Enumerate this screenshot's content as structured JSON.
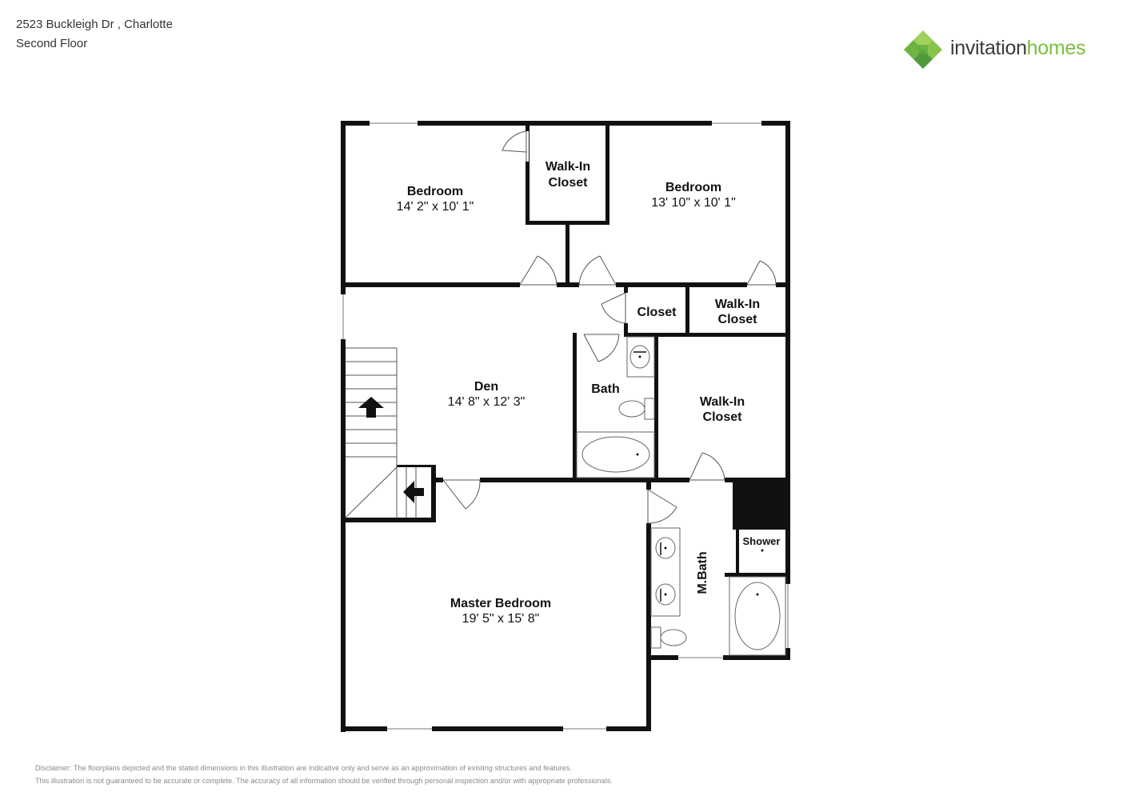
{
  "header": {
    "address": "2523 Buckleigh Dr , Charlotte",
    "floor": "Second Floor"
  },
  "logo": {
    "word1": "invitation",
    "word2": "homes",
    "colors": {
      "dark": "#3a3a3a",
      "green": "#7bbf3c",
      "tile_light": "#9fd15b",
      "tile_dark": "#4f9a3a"
    }
  },
  "rooms": {
    "bedroom_left": {
      "name": "Bedroom",
      "dims": "14' 2\" x 10' 1\""
    },
    "walkin_top": {
      "line1": "Walk-In",
      "line2": "Closet"
    },
    "bedroom_right": {
      "name": "Bedroom",
      "dims": "13' 10\" x 10' 1\""
    },
    "closet": {
      "name": "Closet"
    },
    "walkin_small": {
      "line1": "Walk-In",
      "line2": "Closet"
    },
    "den": {
      "name": "Den",
      "dims": "14' 8\" x 12' 3\""
    },
    "bath": {
      "name": "Bath"
    },
    "walkin_mid": {
      "line1": "Walk-In",
      "line2": "Closet"
    },
    "master": {
      "name": "Master Bedroom",
      "dims": "19' 5\" x 15' 8\""
    },
    "mbath": {
      "name": "M.Bath"
    },
    "shower": {
      "name": "Shower"
    }
  },
  "disclaimer": {
    "line1": "Disclaimer: The floorplans depicted and the stated dimensions in this illustration are indicative only and serve as an approximation of existing structures and features.",
    "line2": "This illustration is not guaranteed to be accurate or complete. The accuracy of all information should be verified through personal inspection and/or with appropriate professionals."
  }
}
